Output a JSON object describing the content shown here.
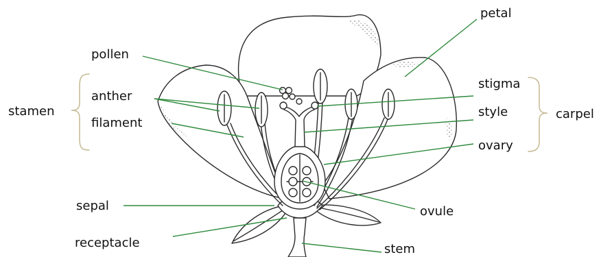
{
  "labels": {
    "petal": "petal",
    "pollen": "pollen",
    "anther": "anther",
    "stamen": "stamen",
    "filament": "filament",
    "stigma": "stigma",
    "style": "style",
    "carpel": "carpel",
    "ovary": "ovary",
    "sepal": "sepal",
    "ovule": "ovule",
    "receptacle": "receptacle",
    "stem": "stem"
  },
  "colors": {
    "leader_line": "#2e8a3c",
    "bracket": "#c8bd97",
    "outline": "#2a2a2a"
  }
}
